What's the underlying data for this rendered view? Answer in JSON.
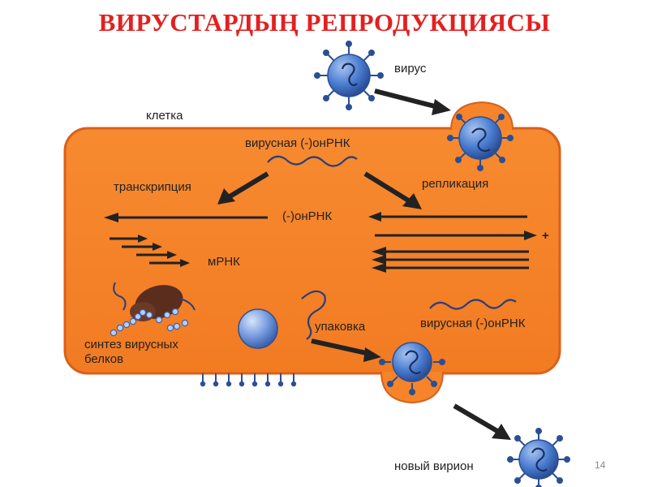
{
  "title": "ВИРУСТАРДЫҢ РЕПРОДУКЦИЯСЫ",
  "labels": {
    "virus": "вирус",
    "cell": "клетка",
    "viral_rna_top": "вирусная (-)онРНК",
    "transcription": "транскрипция",
    "replication": "репликация",
    "neg_rna": "(-)онРНК",
    "plus": "+",
    "mrna": "мРНК",
    "protein_synthesis_line1": "синтез вирусных",
    "protein_synthesis_line2": "белков",
    "packaging": "упаковка",
    "viral_rna_bottom": "вирусная (-)онРНК",
    "new_virion": "новый вирион"
  },
  "page_number": "14",
  "colors": {
    "title": "#e32020",
    "cell_fill": "#f5842b",
    "cell_border": "#d9601a",
    "virus_body": "#3d6fc2",
    "virus_spikes": "#2b4f94",
    "arrow": "#222222"
  }
}
